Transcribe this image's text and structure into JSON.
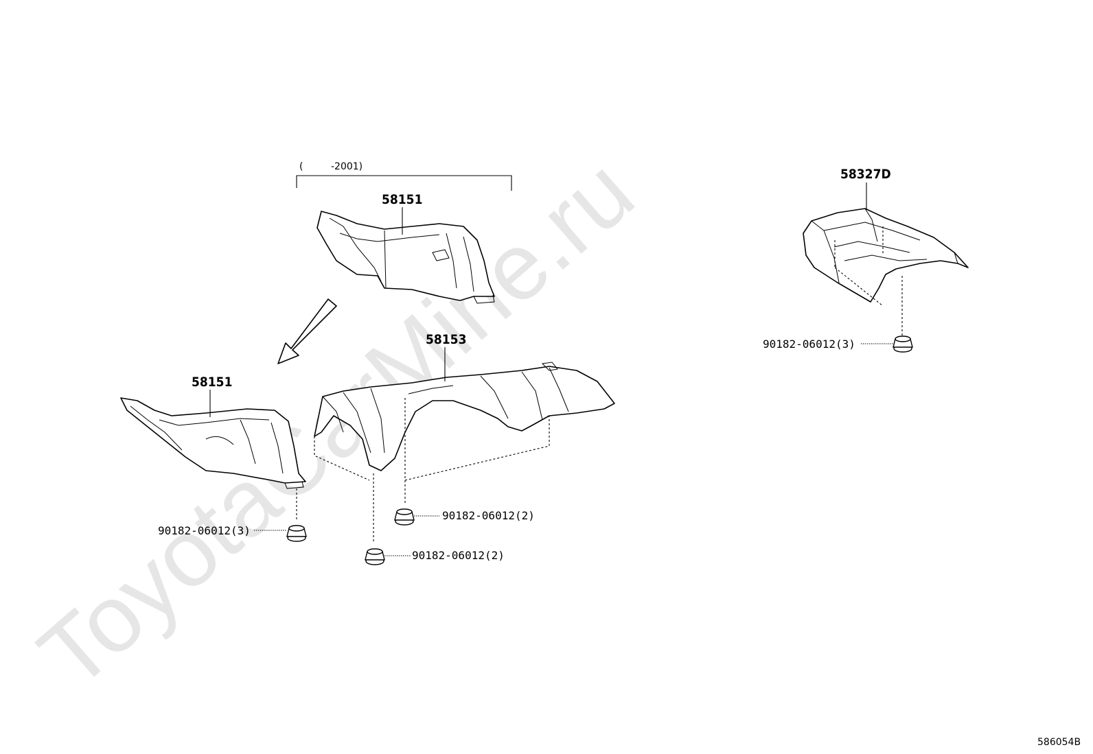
{
  "watermark": "ToyotaCarMine.ru",
  "date_range_open": "(",
  "date_range_end": "-2001)",
  "callouts": {
    "part_58151_upper": "58151",
    "part_58151_lower": "58151",
    "part_58153": "58153",
    "part_58327D": "58327D"
  },
  "fasteners": {
    "nut_left": "90182-06012(3)",
    "nut_center_upper": "90182-06012(2)",
    "nut_center_lower": "90182-06012(2)",
    "nut_right": "90182-06012(3)"
  },
  "figure_code": "586054B"
}
